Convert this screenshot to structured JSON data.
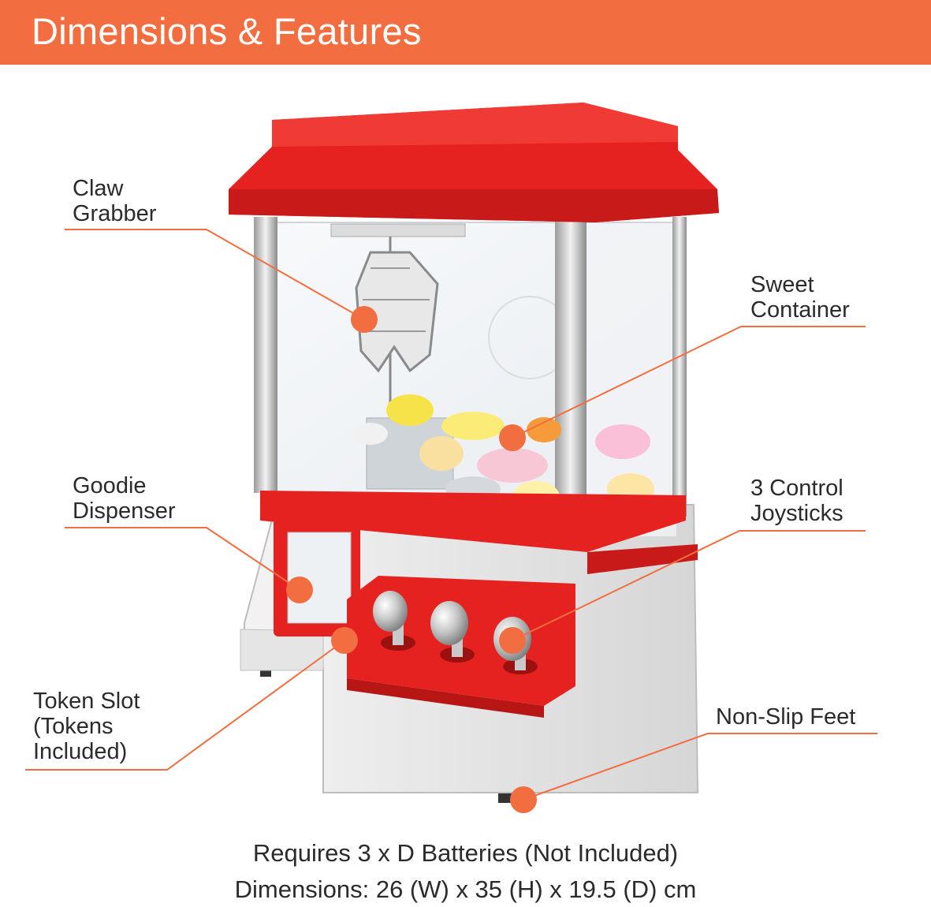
{
  "header": {
    "title": "Dimensions & Features"
  },
  "colors": {
    "header_bg": "#f26d3f",
    "accent": "#f26d3f",
    "machine_red": "#e52220"
  },
  "callouts": [
    {
      "id": "claw-grabber",
      "lines": [
        "Claw",
        "Grabber"
      ]
    },
    {
      "id": "sweet-container",
      "lines": [
        "Sweet",
        "Container"
      ]
    },
    {
      "id": "goodie-dispenser",
      "lines": [
        "Goodie",
        "Dispenser"
      ]
    },
    {
      "id": "control-joysticks",
      "lines": [
        "3 Control",
        "Joysticks"
      ]
    },
    {
      "id": "token-slot",
      "lines": [
        "Token Slot",
        "(Tokens",
        "Included)"
      ]
    },
    {
      "id": "non-slip-feet",
      "lines": [
        "Non-Slip Feet"
      ]
    }
  ],
  "footer": {
    "batteries": "Requires 3 x D Batteries (Not Included)",
    "dimensions": "Dimensions: 26 (W) x  35 (H)  x 19.5 (D) cm"
  }
}
